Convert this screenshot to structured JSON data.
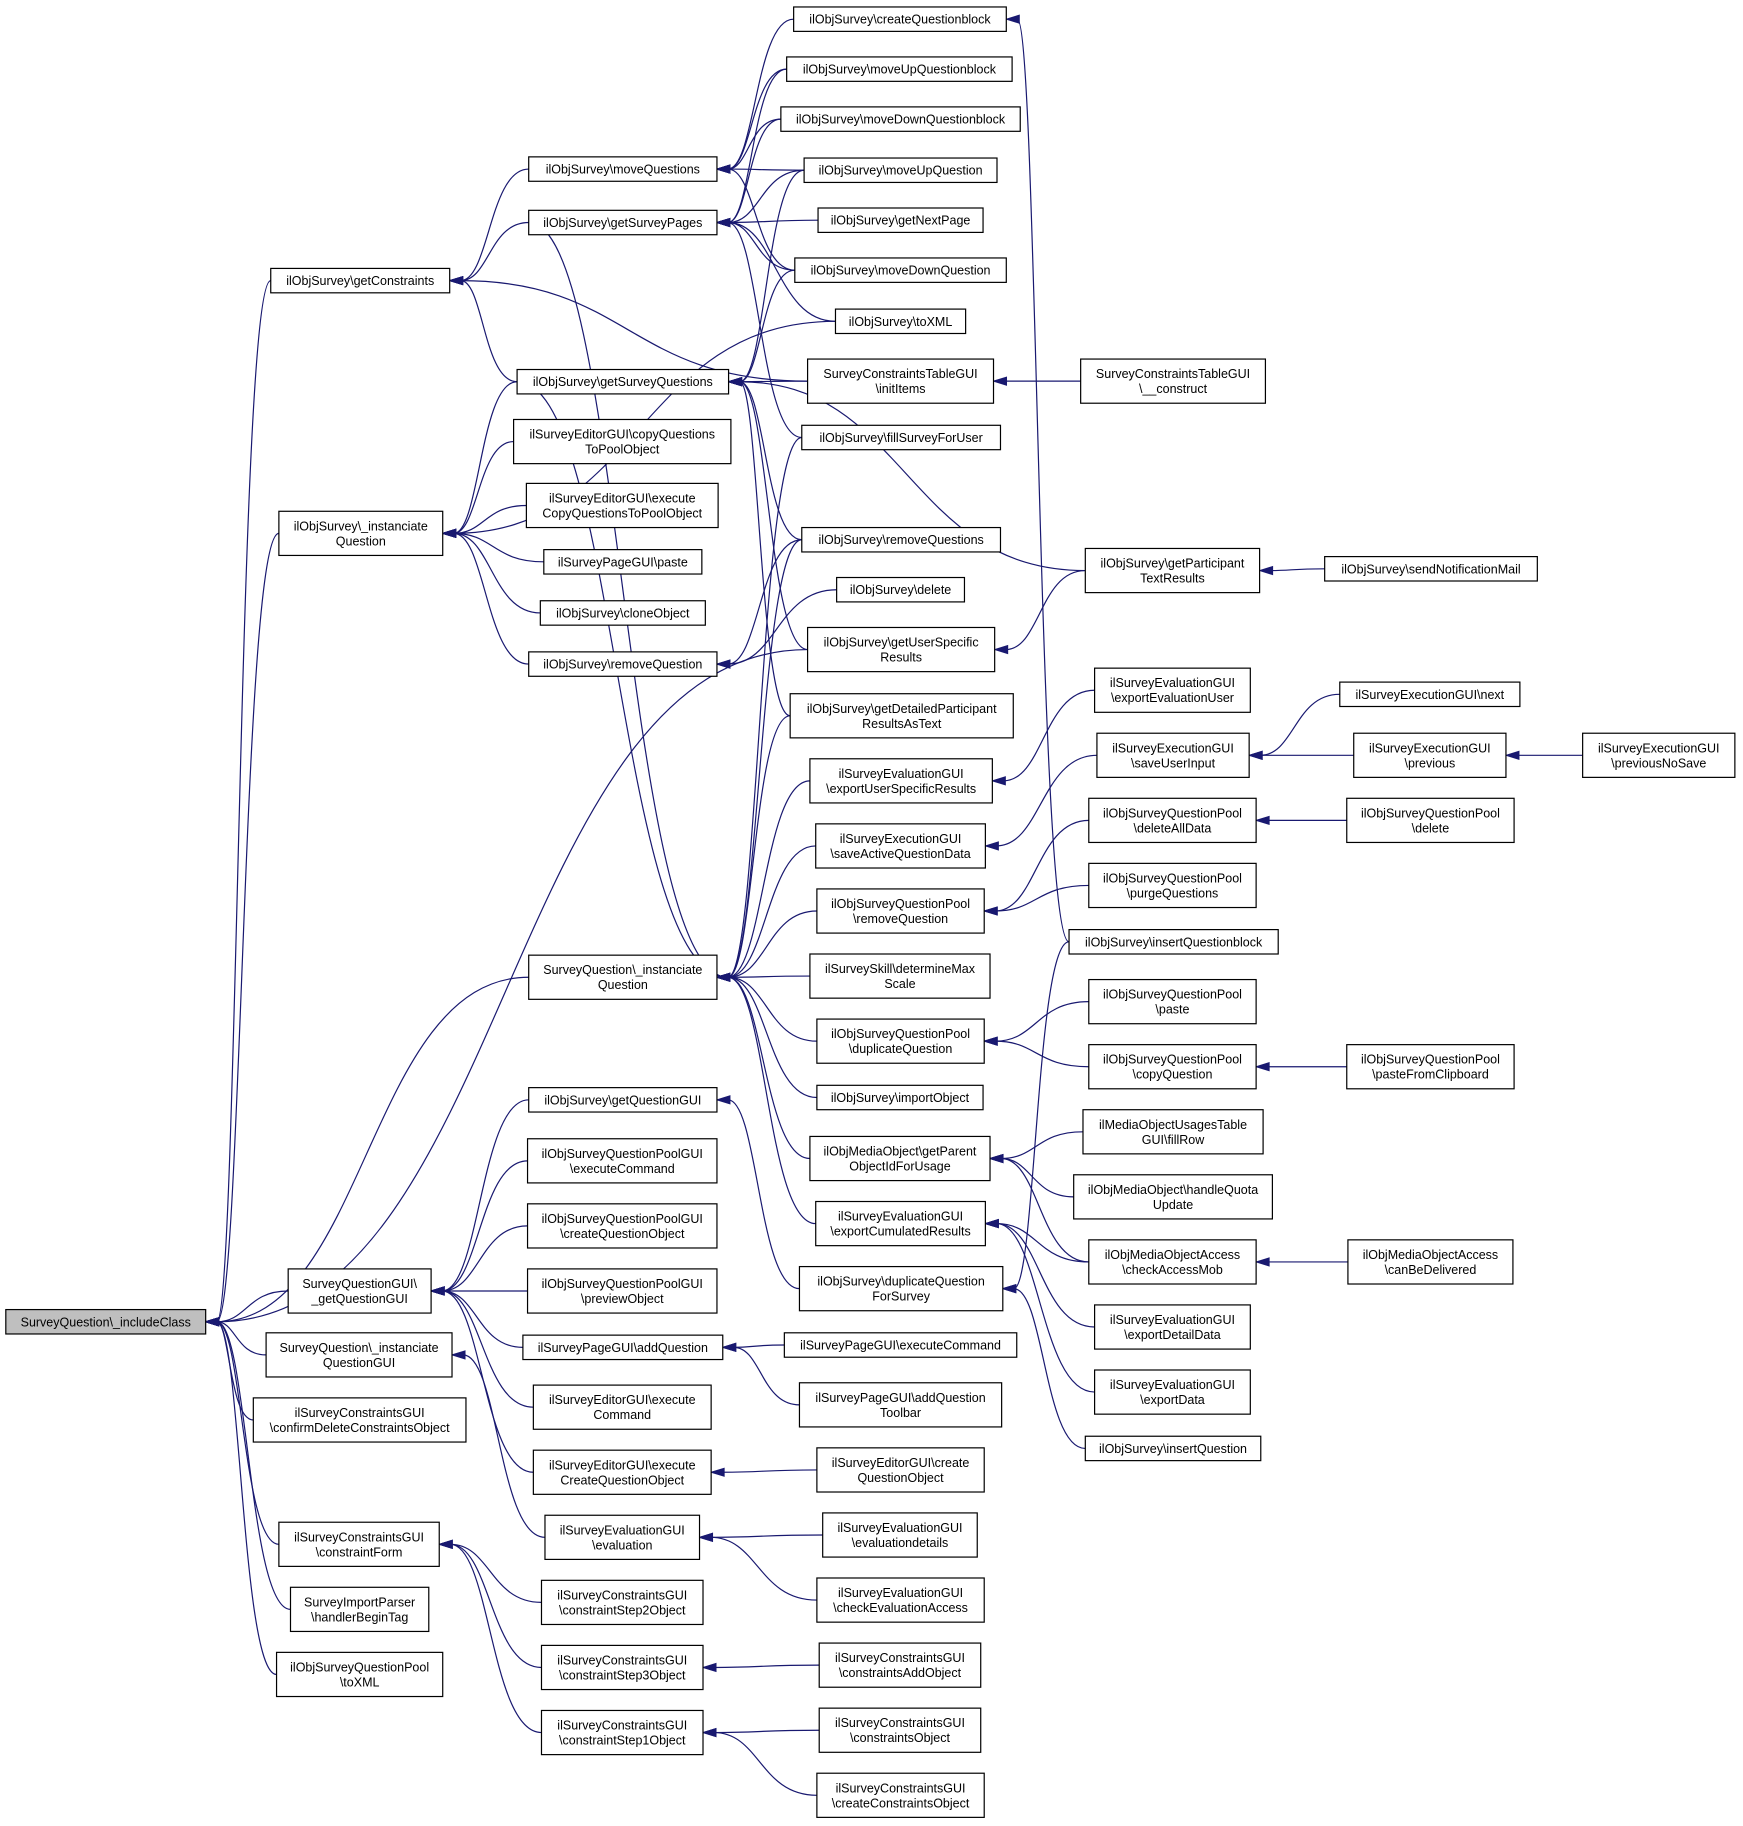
{
  "diagram": {
    "kind": "caller-graph",
    "edge_color": "#191970",
    "root_fill": "#bfbfbf",
    "root": "n0",
    "nodes": [
      {
        "id": "n0",
        "lines": [
          "SurveyQuestion\\_includeClass"
        ],
        "root": true
      },
      {
        "id": "getConstraints",
        "lines": [
          "ilObjSurvey\\getConstraints"
        ]
      },
      {
        "id": "instQ",
        "lines": [
          "ilObjSurvey\\_instanciate",
          "Question"
        ]
      },
      {
        "id": "SQinstQ",
        "lines": [
          "SurveyQuestion\\_instanciate",
          "Question"
        ]
      },
      {
        "id": "SQGUIget",
        "lines": [
          "SurveyQuestionGUI\\",
          "_getQuestionGUI"
        ]
      },
      {
        "id": "SQinstQGUI",
        "lines": [
          "SurveyQuestion\\_instanciate",
          "QuestionGUI"
        ]
      },
      {
        "id": "confDelConst",
        "lines": [
          "ilSurveyConstraintsGUI",
          "\\confirmDeleteConstraintsObject"
        ]
      },
      {
        "id": "constraintForm",
        "lines": [
          "ilSurveyConstraintsGUI",
          "\\constraintForm"
        ]
      },
      {
        "id": "importParser",
        "lines": [
          "SurveyImportParser",
          "\\handlerBeginTag"
        ]
      },
      {
        "id": "poolToXML",
        "lines": [
          "ilObjSurveyQuestionPool",
          "\\toXML"
        ]
      },
      {
        "id": "moveQuestions",
        "lines": [
          "ilObjSurvey\\moveQuestions"
        ]
      },
      {
        "id": "getSurveyPages",
        "lines": [
          "ilObjSurvey\\getSurveyPages"
        ]
      },
      {
        "id": "getSurveyQuestions",
        "lines": [
          "ilObjSurvey\\getSurveyQuestions"
        ]
      },
      {
        "id": "copyQToPool",
        "lines": [
          "ilSurveyEditorGUI\\copyQuestions",
          "ToPoolObject"
        ]
      },
      {
        "id": "execCopyQ",
        "lines": [
          "ilSurveyEditorGUI\\execute",
          "CopyQuestionsToPoolObject"
        ]
      },
      {
        "id": "pagePaste",
        "lines": [
          "ilSurveyPageGUI\\paste"
        ]
      },
      {
        "id": "cloneObject",
        "lines": [
          "ilObjSurvey\\cloneObject"
        ]
      },
      {
        "id": "removeQuestion",
        "lines": [
          "ilObjSurvey\\removeQuestion"
        ]
      },
      {
        "id": "getQuestionGUI",
        "lines": [
          "ilObjSurvey\\getQuestionGUI"
        ]
      },
      {
        "id": "poolGUIexec",
        "lines": [
          "ilObjSurveyQuestionPoolGUI",
          "\\executeCommand"
        ]
      },
      {
        "id": "poolGUIcreate",
        "lines": [
          "ilObjSurveyQuestionPoolGUI",
          "\\createQuestionObject"
        ]
      },
      {
        "id": "poolGUIpreview",
        "lines": [
          "ilObjSurveyQuestionPoolGUI",
          "\\previewObject"
        ]
      },
      {
        "id": "pageAddQ",
        "lines": [
          "ilSurveyPageGUI\\addQuestion"
        ]
      },
      {
        "id": "editorExec",
        "lines": [
          "ilSurveyEditorGUI\\execute",
          "Command"
        ]
      },
      {
        "id": "editorExecCreate",
        "lines": [
          "ilSurveyEditorGUI\\execute",
          "CreateQuestionObject"
        ]
      },
      {
        "id": "evalGUI",
        "lines": [
          "ilSurveyEvaluationGUI",
          "\\evaluation"
        ]
      },
      {
        "id": "step2",
        "lines": [
          "ilSurveyConstraintsGUI",
          "\\constraintStep2Object"
        ]
      },
      {
        "id": "step3",
        "lines": [
          "ilSurveyConstraintsGUI",
          "\\constraintStep3Object"
        ]
      },
      {
        "id": "step1",
        "lines": [
          "ilSurveyConstraintsGUI",
          "\\constraintStep1Object"
        ]
      },
      {
        "id": "createQB",
        "lines": [
          "ilObjSurvey\\createQuestionblock"
        ]
      },
      {
        "id": "moveUpQB",
        "lines": [
          "ilObjSurvey\\moveUpQuestionblock"
        ]
      },
      {
        "id": "moveDownQB",
        "lines": [
          "ilObjSurvey\\moveDownQuestionblock"
        ]
      },
      {
        "id": "moveUpQ",
        "lines": [
          "ilObjSurvey\\moveUpQuestion"
        ]
      },
      {
        "id": "getNextPage",
        "lines": [
          "ilObjSurvey\\getNextPage"
        ]
      },
      {
        "id": "moveDownQ",
        "lines": [
          "ilObjSurvey\\moveDownQuestion"
        ]
      },
      {
        "id": "toXML",
        "lines": [
          "ilObjSurvey\\toXML"
        ]
      },
      {
        "id": "ctInitItems",
        "lines": [
          "SurveyConstraintsTableGUI",
          "\\initItems"
        ]
      },
      {
        "id": "fillSurvey",
        "lines": [
          "ilObjSurvey\\fillSurveyForUser"
        ]
      },
      {
        "id": "removeQuestions",
        "lines": [
          "ilObjSurvey\\removeQuestions"
        ]
      },
      {
        "id": "osDelete",
        "lines": [
          "ilObjSurvey\\delete"
        ]
      },
      {
        "id": "getUserSpec",
        "lines": [
          "ilObjSurvey\\getUserSpecific",
          "Results"
        ]
      },
      {
        "id": "getDetailed",
        "lines": [
          "ilObjSurvey\\getDetailedParticipant",
          "ResultsAsText"
        ]
      },
      {
        "id": "evalExportUS",
        "lines": [
          "ilSurveyEvaluationGUI",
          "\\exportUserSpecificResults"
        ]
      },
      {
        "id": "execSaveActive",
        "lines": [
          "ilSurveyExecutionGUI",
          "\\saveActiveQuestionData"
        ]
      },
      {
        "id": "poolRemoveQ",
        "lines": [
          "ilObjSurveyQuestionPool",
          "\\removeQuestion"
        ]
      },
      {
        "id": "skillMax",
        "lines": [
          "ilSurveySkill\\determineMax",
          "Scale"
        ]
      },
      {
        "id": "poolDupQ",
        "lines": [
          "ilObjSurveyQuestionPool",
          "\\duplicateQuestion"
        ]
      },
      {
        "id": "importObject",
        "lines": [
          "ilObjSurvey\\importObject"
        ]
      },
      {
        "id": "mediaParent",
        "lines": [
          "ilObjMediaObject\\getParent",
          "ObjectIdForUsage"
        ]
      },
      {
        "id": "evalCumul",
        "lines": [
          "ilSurveyEvaluationGUI",
          "\\exportCumulatedResults"
        ]
      },
      {
        "id": "dupQForSurvey",
        "lines": [
          "ilObjSurvey\\duplicateQuestion",
          "ForSurvey"
        ]
      },
      {
        "id": "pageExec",
        "lines": [
          "ilSurveyPageGUI\\executeCommand"
        ]
      },
      {
        "id": "pageAddQTB",
        "lines": [
          "ilSurveyPageGUI\\addQuestion",
          "Toolbar"
        ]
      },
      {
        "id": "editorCreateQ",
        "lines": [
          "ilSurveyEditorGUI\\create",
          "QuestionObject"
        ]
      },
      {
        "id": "evalDetails",
        "lines": [
          "ilSurveyEvaluationGUI",
          "\\evaluationdetails"
        ]
      },
      {
        "id": "evalCheckAccess",
        "lines": [
          "ilSurveyEvaluationGUI",
          "\\checkEvaluationAccess"
        ]
      },
      {
        "id": "constAddObj",
        "lines": [
          "ilSurveyConstraintsGUI",
          "\\constraintsAddObject"
        ]
      },
      {
        "id": "constObj",
        "lines": [
          "ilSurveyConstraintsGUI",
          "\\constraintsObject"
        ]
      },
      {
        "id": "createConstObj",
        "lines": [
          "ilSurveyConstraintsGUI",
          "\\createConstraintsObject"
        ]
      },
      {
        "id": "ctConstruct",
        "lines": [
          "SurveyConstraintsTableGUI",
          "\\__construct"
        ]
      },
      {
        "id": "getPartText",
        "lines": [
          "ilObjSurvey\\getParticipant",
          "TextResults"
        ]
      },
      {
        "id": "evalExportUser",
        "lines": [
          "ilSurveyEvaluationGUI",
          "\\exportEvaluationUser"
        ]
      },
      {
        "id": "execSaveUser",
        "lines": [
          "ilSurveyExecutionGUI",
          "\\saveUserInput"
        ]
      },
      {
        "id": "poolDeleteAll",
        "lines": [
          "ilObjSurveyQuestionPool",
          "\\deleteAllData"
        ]
      },
      {
        "id": "poolPurge",
        "lines": [
          "ilObjSurveyQuestionPool",
          "\\purgeQuestions"
        ]
      },
      {
        "id": "insertQB",
        "lines": [
          "ilObjSurvey\\insertQuestionblock"
        ]
      },
      {
        "id": "poolPaste",
        "lines": [
          "ilObjSurveyQuestionPool",
          "\\paste"
        ]
      },
      {
        "id": "poolCopyQ",
        "lines": [
          "ilObjSurveyQuestionPool",
          "\\copyQuestion"
        ]
      },
      {
        "id": "mediaUsagesFill",
        "lines": [
          "ilMediaObjectUsagesTable",
          "GUI\\fillRow"
        ]
      },
      {
        "id": "mediaQuota",
        "lines": [
          "ilObjMediaObject\\handleQuota",
          "Update"
        ]
      },
      {
        "id": "mediaAccess",
        "lines": [
          "ilObjMediaObjectAccess",
          "\\checkAccessMob"
        ]
      },
      {
        "id": "evalExportDetail",
        "lines": [
          "ilSurveyEvaluationGUI",
          "\\exportDetailData"
        ]
      },
      {
        "id": "evalExportData",
        "lines": [
          "ilSurveyEvaluationGUI",
          "\\exportData"
        ]
      },
      {
        "id": "insertQuestion",
        "lines": [
          "ilObjSurvey\\insertQuestion"
        ]
      },
      {
        "id": "sendNotif",
        "lines": [
          "ilObjSurvey\\sendNotificationMail"
        ]
      },
      {
        "id": "execNext",
        "lines": [
          "ilSurveyExecutionGUI\\next"
        ]
      },
      {
        "id": "execPrev",
        "lines": [
          "ilSurveyExecutionGUI",
          "\\previous"
        ]
      },
      {
        "id": "poolDelete",
        "lines": [
          "ilObjSurveyQuestionPool",
          "\\delete"
        ]
      },
      {
        "id": "poolPasteClip",
        "lines": [
          "ilObjSurveyQuestionPool",
          "\\pasteFromClipboard"
        ]
      },
      {
        "id": "mediaCanDeliver",
        "lines": [
          "ilObjMediaObjectAccess",
          "\\canBeDelivered"
        ]
      },
      {
        "id": "execPrevNoSave",
        "lines": [
          "ilSurveyExecutionGUI",
          "\\previousNoSave"
        ]
      }
    ],
    "edges": [
      [
        "getConstraints",
        "n0"
      ],
      [
        "instQ",
        "n0"
      ],
      [
        "SQinstQ",
        "n0"
      ],
      [
        "SQGUIget",
        "n0"
      ],
      [
        "SQinstQGUI",
        "n0"
      ],
      [
        "confDelConst",
        "n0"
      ],
      [
        "constraintForm",
        "n0"
      ],
      [
        "importParser",
        "n0"
      ],
      [
        "poolToXML",
        "n0"
      ],
      [
        "getUserSpec",
        "n0"
      ],
      [
        "moveQuestions",
        "getConstraints"
      ],
      [
        "getSurveyPages",
        "getConstraints"
      ],
      [
        "getSurveyQuestions",
        "getConstraints"
      ],
      [
        "ctInitItems",
        "getConstraints"
      ],
      [
        "getSurveyQuestions",
        "instQ"
      ],
      [
        "copyQToPool",
        "instQ"
      ],
      [
        "execCopyQ",
        "instQ"
      ],
      [
        "pagePaste",
        "instQ"
      ],
      [
        "cloneObject",
        "instQ"
      ],
      [
        "removeQuestion",
        "instQ"
      ],
      [
        "toXML",
        "instQ"
      ],
      [
        "getSurveyPages",
        "SQinstQ"
      ],
      [
        "getSurveyQuestions",
        "SQinstQ"
      ],
      [
        "fillSurvey",
        "SQinstQ"
      ],
      [
        "removeQuestions",
        "SQinstQ"
      ],
      [
        "getDetailed",
        "SQinstQ"
      ],
      [
        "evalExportUS",
        "SQinstQ"
      ],
      [
        "execSaveActive",
        "SQinstQ"
      ],
      [
        "poolRemoveQ",
        "SQinstQ"
      ],
      [
        "skillMax",
        "SQinstQ"
      ],
      [
        "poolDupQ",
        "SQinstQ"
      ],
      [
        "importObject",
        "SQinstQ"
      ],
      [
        "mediaParent",
        "SQinstQ"
      ],
      [
        "evalCumul",
        "SQinstQ"
      ],
      [
        "getQuestionGUI",
        "SQGUIget"
      ],
      [
        "poolGUIexec",
        "SQGUIget"
      ],
      [
        "poolGUIcreate",
        "SQGUIget"
      ],
      [
        "poolGUIpreview",
        "SQGUIget"
      ],
      [
        "pageAddQ",
        "SQGUIget"
      ],
      [
        "editorExec",
        "SQGUIget"
      ],
      [
        "editorExecCreate",
        "SQGUIget"
      ],
      [
        "evalGUI",
        "SQinstQGUI"
      ],
      [
        "step2",
        "constraintForm"
      ],
      [
        "step3",
        "constraintForm"
      ],
      [
        "step1",
        "constraintForm"
      ],
      [
        "createQB",
        "moveQuestions"
      ],
      [
        "moveUpQB",
        "moveQuestions"
      ],
      [
        "moveDownQB",
        "moveQuestions"
      ],
      [
        "moveUpQ",
        "moveQuestions"
      ],
      [
        "moveDownQ",
        "moveQuestions"
      ],
      [
        "moveUpQB",
        "getSurveyPages"
      ],
      [
        "moveDownQB",
        "getSurveyPages"
      ],
      [
        "moveUpQ",
        "getSurveyPages"
      ],
      [
        "getNextPage",
        "getSurveyPages"
      ],
      [
        "moveDownQ",
        "getSurveyPages"
      ],
      [
        "toXML",
        "getSurveyPages"
      ],
      [
        "fillSurvey",
        "getSurveyPages"
      ],
      [
        "moveUpQ",
        "getSurveyQuestions"
      ],
      [
        "moveDownQ",
        "getSurveyQuestions"
      ],
      [
        "ctInitItems",
        "getSurveyQuestions"
      ],
      [
        "removeQuestions",
        "getSurveyQuestions"
      ],
      [
        "getUserSpec",
        "getSurveyQuestions"
      ],
      [
        "getDetailed",
        "getSurveyQuestions"
      ],
      [
        "getPartText",
        "getSurveyQuestions"
      ],
      [
        "removeQuestions",
        "removeQuestion"
      ],
      [
        "osDelete",
        "removeQuestion"
      ],
      [
        "dupQForSurvey",
        "getQuestionGUI"
      ],
      [
        "pageExec",
        "pageAddQ"
      ],
      [
        "pageAddQTB",
        "pageAddQ"
      ],
      [
        "editorCreateQ",
        "editorExecCreate"
      ],
      [
        "evalDetails",
        "evalGUI"
      ],
      [
        "evalCheckAccess",
        "evalGUI"
      ],
      [
        "constAddObj",
        "step3"
      ],
      [
        "constObj",
        "step1"
      ],
      [
        "createConstObj",
        "step1"
      ],
      [
        "insertQB",
        "createQB"
      ],
      [
        "ctConstruct",
        "ctInitItems"
      ],
      [
        "getPartText",
        "getUserSpec"
      ],
      [
        "sendNotif",
        "getPartText"
      ],
      [
        "evalExportUser",
        "evalExportUS"
      ],
      [
        "execSaveUser",
        "execSaveActive"
      ],
      [
        "execNext",
        "execSaveUser"
      ],
      [
        "execPrev",
        "execSaveUser"
      ],
      [
        "execPrevNoSave",
        "execPrev"
      ],
      [
        "poolDeleteAll",
        "poolRemoveQ"
      ],
      [
        "poolPurge",
        "poolRemoveQ"
      ],
      [
        "poolDelete",
        "poolDeleteAll"
      ],
      [
        "poolPaste",
        "poolDupQ"
      ],
      [
        "poolCopyQ",
        "poolDupQ"
      ],
      [
        "poolPasteClip",
        "poolCopyQ"
      ],
      [
        "mediaUsagesFill",
        "mediaParent"
      ],
      [
        "mediaQuota",
        "mediaParent"
      ],
      [
        "mediaAccess",
        "mediaParent"
      ],
      [
        "mediaCanDeliver",
        "mediaAccess"
      ],
      [
        "mediaAccess",
        "evalCumul"
      ],
      [
        "evalExportDetail",
        "evalCumul"
      ],
      [
        "evalExportData",
        "evalCumul"
      ],
      [
        "insertQB",
        "dupQForSurvey"
      ],
      [
        "insertQuestion",
        "dupQForSurvey"
      ]
    ]
  }
}
